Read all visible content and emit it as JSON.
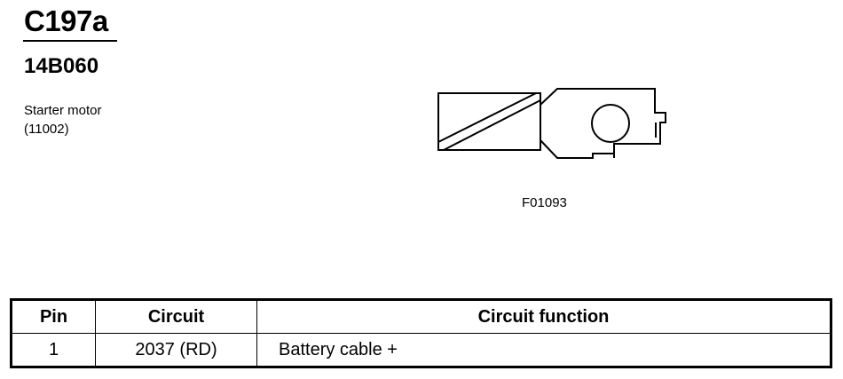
{
  "connector": {
    "id": "C197a",
    "part_number": "14B060",
    "description": "Starter motor",
    "description_code": "(11002)"
  },
  "figure": {
    "reference": "F01093",
    "icon": "starter-motor-connector-drawing"
  },
  "pin_table": {
    "headers": [
      "Pin",
      "Circuit",
      "Circuit function"
    ],
    "rows": [
      {
        "pin": "1",
        "circuit": "2037 (RD)",
        "function": "Battery cable +"
      }
    ]
  }
}
